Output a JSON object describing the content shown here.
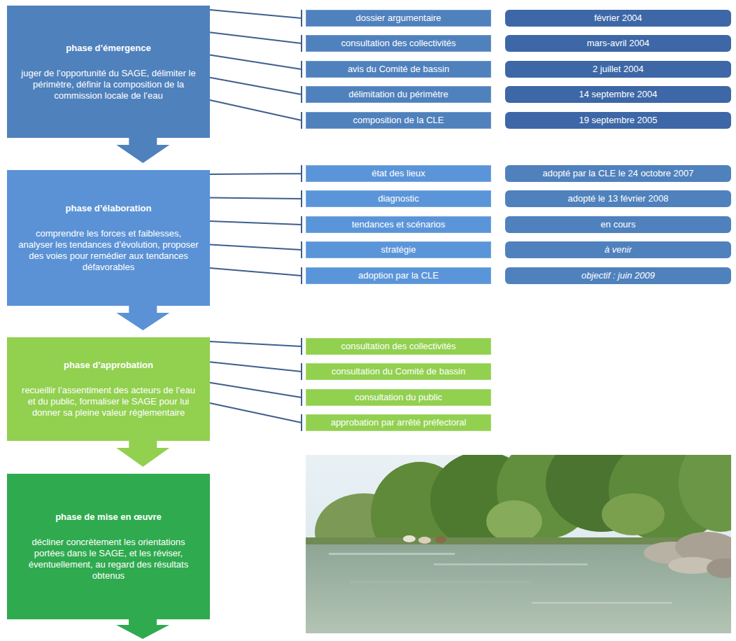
{
  "diagram": {
    "nodes": [
      {
        "text": [
          "phase d’émergence",
          "juger de l’opportunité du SAGE, délimiter le périmètre, définir la composition de la commission locale de l’eau"
        ]
      },
      {
        "text": [
          "dossier argumentaire"
        ]
      },
      {
        "text": [
          "février 2004"
        ]
      },
      {
        "text": [
          "consultation des collectivités"
        ]
      },
      {
        "text": [
          "mars-avril 2004"
        ]
      },
      {
        "text": [
          "avis du Comité de bassin"
        ]
      },
      {
        "text": [
          "2 juillet 2004"
        ]
      },
      {
        "text": [
          "délimitation du périmètre"
        ]
      },
      {
        "text": [
          "14 septembre 2004"
        ]
      },
      {
        "text": [
          "composition de la CLE"
        ]
      },
      {
        "text": [
          "19 septembre 2005"
        ]
      },
      {
        "text": [
          "phase d’élaboration",
          "comprendre les forces et faiblesses, analyser les tendances d’évolution, proposer des voies pour remédier aux tendances défavorables"
        ]
      },
      {
        "text": [
          "état des lieux"
        ]
      },
      {
        "text": [
          "adopté par la CLE le 24 octobre 2007"
        ]
      },
      {
        "text": [
          "diagnostic"
        ]
      },
      {
        "text": [
          "adopté le 13 février 2008"
        ]
      },
      {
        "text": [
          "tendances et scénarios"
        ]
      },
      {
        "text": [
          "en cours"
        ]
      },
      {
        "text": [
          "stratégie"
        ]
      },
      {
        "text": [
          "à venir"
        ]
      },
      {
        "text": [
          "adoption par la CLE"
        ]
      },
      {
        "text": [
          "objectif : juin 2009"
        ]
      },
      {
        "text": [
          "phase d’approbation",
          "recueillir l’assentiment des acteurs de l’eau et du public, formaliser le SAGE pour lui donner sa pleine valeur réglementaire"
        ]
      },
      {
        "text": [
          "consultation des collectivités"
        ]
      },
      {
        "text": [
          "consultation du Comité de bassin"
        ]
      },
      {
        "text": [
          "consultation du public"
        ]
      },
      {
        "text": [
          "approbation par arrêté préfectoral"
        ]
      },
      {
        "text": [
          "phase de mise en œuvre",
          "décliner concrètement les orientations portées dans le SAGE, et les réviser, éventuellement, au regard des résultats obtenus"
        ]
      }
    ],
    "edges": [
      {
        "from": 0,
        "to": 1,
        "arrow": "none"
      },
      {
        "from": 0,
        "to": 3,
        "arrow": "none"
      },
      {
        "from": 0,
        "to": 5,
        "arrow": "none"
      },
      {
        "from": 0,
        "to": 7,
        "arrow": "none"
      },
      {
        "from": 0,
        "to": 9,
        "arrow": "none"
      },
      {
        "from": 0,
        "to": 11,
        "arrow": "to"
      },
      {
        "from": 11,
        "to": 12,
        "arrow": "none"
      },
      {
        "from": 11,
        "to": 14,
        "arrow": "none"
      },
      {
        "from": 11,
        "to": 16,
        "arrow": "none"
      },
      {
        "from": 11,
        "to": 18,
        "arrow": "none"
      },
      {
        "from": 11,
        "to": 20,
        "arrow": "none"
      },
      {
        "from": 11,
        "to": 22,
        "arrow": "to"
      },
      {
        "from": 22,
        "to": 23,
        "arrow": "none"
      },
      {
        "from": 22,
        "to": 24,
        "arrow": "none"
      },
      {
        "from": 22,
        "to": 25,
        "arrow": "none"
      },
      {
        "from": 22,
        "to": 26,
        "arrow": "none"
      },
      {
        "from": 22,
        "to": 27,
        "arrow": "to"
      }
    ]
  }
}
